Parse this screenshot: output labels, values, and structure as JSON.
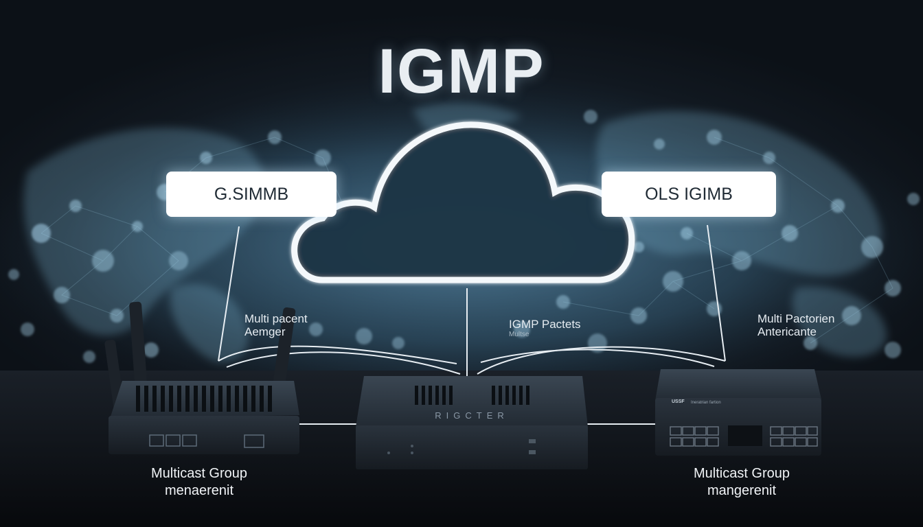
{
  "title": "IGMP",
  "left_box": "G.SIMMB",
  "right_box": "OLS IGIMB",
  "labels": {
    "left": [
      "Multi pacent",
      "Aemger"
    ],
    "middle": "IGMP Pactets",
    "middle_sub": "Multse",
    "right": [
      "Multi Pactorien",
      "Antericante"
    ]
  },
  "device_text": {
    "router": "RIGCTER",
    "switch_logo": "USSF",
    "switch_label": "Ineratrian fartion"
  },
  "captions": {
    "left": [
      "Multicast Group",
      "menaerenit"
    ],
    "right": [
      "Multicast Group",
      "mangerenit"
    ]
  }
}
